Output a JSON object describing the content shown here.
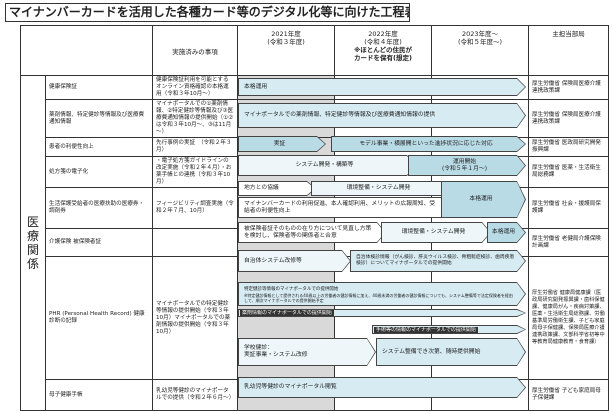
{
  "title": "マイナンバーカードを活用した各種カード等のデジタル化等に向けた工程表",
  "header": {
    "done": "実施済みの事項",
    "y2021": "2021年度",
    "y2021_sub": "(令和３年度)",
    "y2022": "2022年度",
    "y2022_sub": "(令和４年度)",
    "y2022_note": "※ほとんどの住民がカードを保有(想定)",
    "y2023": "2023年度～",
    "y2023_sub": "(令和５年度～)",
    "dept": "主担当部局"
  },
  "category": "医療関係",
  "rows": [
    {
      "item": "健康保険証",
      "done": "健康保険証利用を可能とするオンライン資格確認の本格運用（令和３年10月～）",
      "dept": "厚生労働省 保険局医療介護連携政策課",
      "bars": [
        "本格運用"
      ]
    },
    {
      "item": "薬剤情報、特定健診等情報及び医療費通知情報",
      "done": "マイナポータルでの①薬剤情報、②特定健診等情報及び③医療費通知情報の提供開始（①②は令和３年10月～、③は11月～）",
      "dept": "厚生労働省 保険局医療介護連携政策課",
      "bars": [
        "マイナポータルでの薬剤情報、特定健診等情報及び医療費通知情報の提供"
      ]
    },
    {
      "item": "患者の利便性向上",
      "done": "先行事例の実証　（令和２年３月）",
      "dept": "厚生労働省 医政局研究開発振興課",
      "bars": [
        "実証",
        "モデル事業・横展開といった進捗状況に応じた対応"
      ]
    },
    {
      "item": "処方箋の電子化",
      "done": "・電子処方箋ガイドラインの改定実施（令和２年４月）・お薬手帳との連携（令和３年10月）",
      "dept": "厚生労働省 医薬・生活衛生局総務課",
      "bars": [
        "システム開発・構築等",
        "運用開始",
        "(令和５年１月～)"
      ]
    },
    {
      "item": "生活保護受給者の医療扶助の医療券・調剤券",
      "done": "フィージビリティ調査実施（令和２年７月、10月）",
      "dept": "厚生労働省 社会・援護局保護課",
      "bars": [
        "地方との協議",
        "環境整備・システム開発",
        "マイナンバーカードの利用促進、本人確認利用、メリットの広報周知、受給者の利便性向上",
        "本格運用"
      ]
    },
    {
      "item": "介護保険 被保険者証",
      "done": "",
      "dept": "厚生労働省 老健局介護保険計画課",
      "bars": [
        "被保険者証そのものの在り方について見直し方策を検討し、保険者等の関係者と合意",
        "環境整備・システム開発",
        "本格運用"
      ]
    },
    {
      "item": "PHR (Personal Health Record) 健康診断の記録",
      "done": "マイナポータルでの特定健診等情報の提供開始（令和３年10月）マイナポータルでの薬剤情報の提供開始（令和３年10月）",
      "dept": "厚生労働省 健康局健康課（医政局研究開発振興課・歯科保健課、健康局がん・疾病対策課、医薬・生活衛生局総務課、労働基準局労働衛生課、子ども家庭局母子保健課、保険局医療介護連携政策課、文部科学省初等中等教育局健康教育・食育課）",
      "bars": [
        "自治体システム改修等",
        "自治体検診情報（がん検診、肝炎ウイルス検診、骨粗鬆症検診、歯周疾患検診）についてマイナポータルでの提供開始",
        "特定健診等情報のマイナポータルでの提供開始",
        "※特定健診情報として提供される40歳以上の労働者の健診情報に加え、40歳未満の労働者の健診情報についても、システム整備等で法定保険者を経由して、順次マイナポータルでの提供開始予定",
        "薬剤情報のマイナポータルでの提供開始",
        "手術等の情報のマイナポータルでの提供開始",
        "学校健診：",
        "実証事業・システム改修",
        "システム整備でき次第、随時提供開始"
      ]
    },
    {
      "item": "母子健康手帳",
      "done": "乳幼児等健診のマイナポータルでの提供（令和２年６月～）",
      "dept": "厚生労働省 子ども家庭局母子保健課",
      "bars": [
        "乳幼児等健診のマイナポータル閲覧"
      ]
    }
  ]
}
